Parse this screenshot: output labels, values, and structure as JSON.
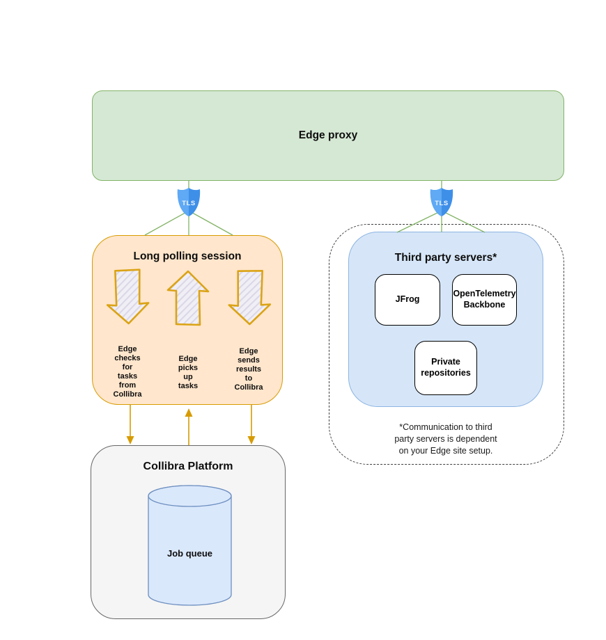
{
  "nodes": {
    "edge_proxy": {
      "label": "Edge proxy"
    },
    "tls": {
      "label": "TLS"
    },
    "long_polling": {
      "title": "Long polling session",
      "steps": [
        {
          "label": "Edge\nchecks\nfor\ntasks\nfrom\nCollibra",
          "arrow": "down"
        },
        {
          "label": "Edge\npicks\nup\ntasks",
          "arrow": "up"
        },
        {
          "label": "Edge\nsends\nresults\nto\nCollibra",
          "arrow": "down"
        }
      ]
    },
    "third_party": {
      "title": "Third party servers*",
      "servers": [
        {
          "label": "JFrog"
        },
        {
          "label": "OpenTelemetry\nBackbone"
        },
        {
          "label": "Private\nrepositories"
        }
      ],
      "footnote": "*Communication to third\nparty servers is dependent\non your Edge site setup."
    },
    "collibra": {
      "title": "Collibra Platform",
      "job_queue": {
        "label": "Job queue"
      }
    }
  },
  "colors": {
    "edge_proxy_fill": "#d5e8d4",
    "edge_proxy_border": "#82b366",
    "long_polling_fill": "#ffe6cc",
    "long_polling_border": "#d79b00",
    "third_party_fill": "#d6e6f8",
    "third_party_border": "#8cb4e3",
    "platform_fill": "#f5f5f5",
    "platform_border": "#666666",
    "cylinder_fill": "#dae8fc",
    "cylinder_border": "#6c8ebf",
    "connector_gold": "#d79b00",
    "connector_green": "#82b366",
    "tls_shield_blue": "#3e8fe8",
    "sketch_arrow_stroke": "#dba315",
    "sketch_arrow_fill": "#f1eff6"
  }
}
